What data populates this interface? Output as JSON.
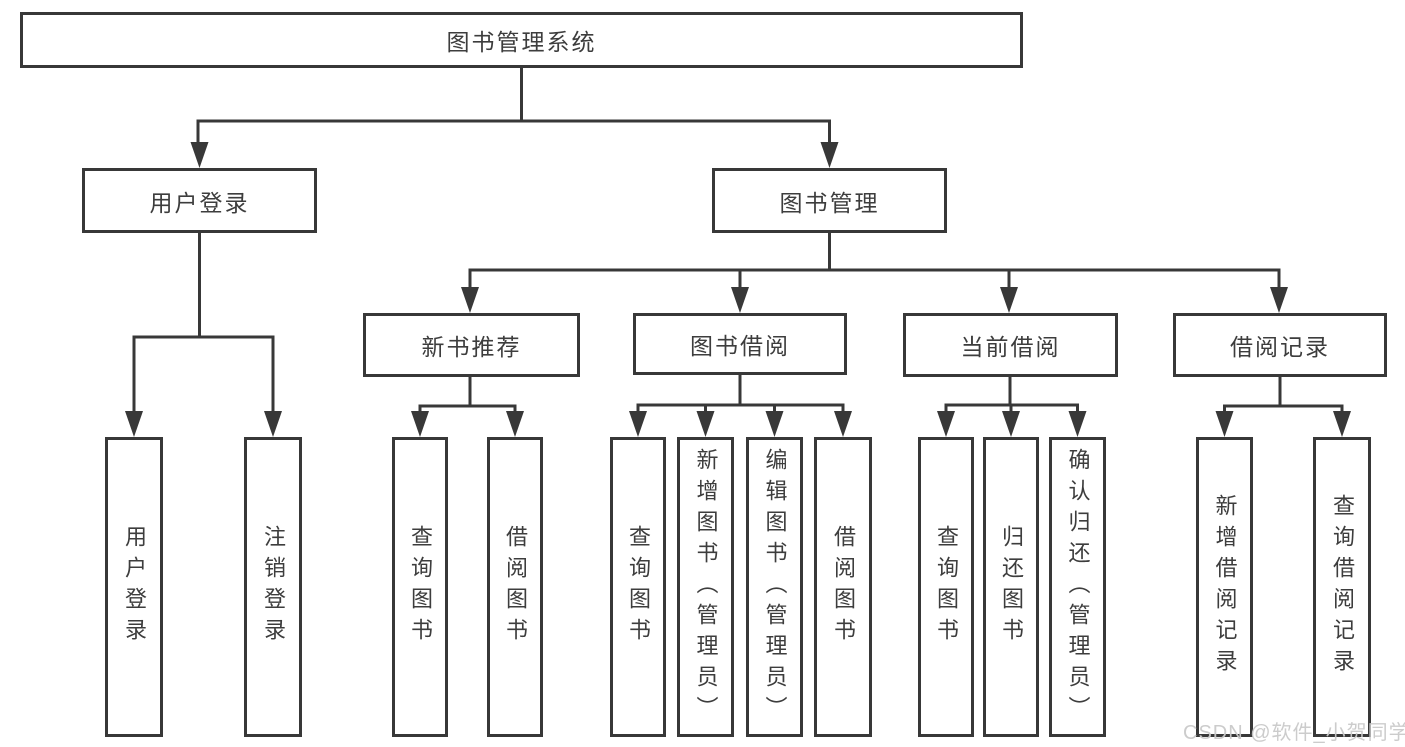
{
  "diagram": {
    "tree": {
      "label": "图书管理系统",
      "children": [
        {
          "label": "用户登录",
          "children": [
            {
              "label": "用户登录"
            },
            {
              "label": "注销登录"
            }
          ]
        },
        {
          "label": "图书管理",
          "children": [
            {
              "label": "新书推荐",
              "children": [
                {
                  "label": "查询图书"
                },
                {
                  "label": "借阅图书"
                }
              ]
            },
            {
              "label": "图书借阅",
              "children": [
                {
                  "label": "查询图书"
                },
                {
                  "label": "新增图书（管理员）"
                },
                {
                  "label": "编辑图书（管理员）"
                },
                {
                  "label": "借阅图书"
                }
              ]
            },
            {
              "label": "当前借阅",
              "children": [
                {
                  "label": "查询图书"
                },
                {
                  "label": "归还图书"
                },
                {
                  "label": "确认归还（管理员）"
                }
              ]
            },
            {
              "label": "借阅记录",
              "children": [
                {
                  "label": "新增借阅记录"
                },
                {
                  "label": "查询借阅记录"
                }
              ]
            }
          ]
        }
      ]
    },
    "colors": {
      "line": "#383838",
      "text": "#3d3d3d",
      "background": "#ffffff",
      "watermark": "#c9c9c9"
    }
  },
  "watermark": {
    "text": "CSDN @软件_小贺同学"
  }
}
